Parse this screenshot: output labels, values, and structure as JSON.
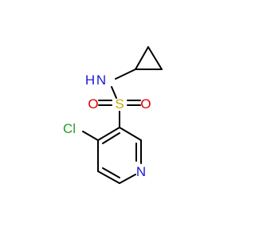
{
  "molecule": {
    "atoms": {
      "amine_n": {
        "label": "N",
        "color": "#1a1ad6"
      },
      "amine_h": {
        "label": "H",
        "color": "#1a1ad6"
      },
      "sulfur": {
        "label": "S",
        "color": "#bfae00"
      },
      "oxygen_left": {
        "label": "O",
        "color": "#e00000"
      },
      "oxygen_right": {
        "label": "O",
        "color": "#e00000"
      },
      "chlorine": {
        "label": "Cl",
        "color": "#21a121"
      },
      "pyridine_n": {
        "label": "N",
        "color": "#1a1ad6"
      }
    }
  }
}
